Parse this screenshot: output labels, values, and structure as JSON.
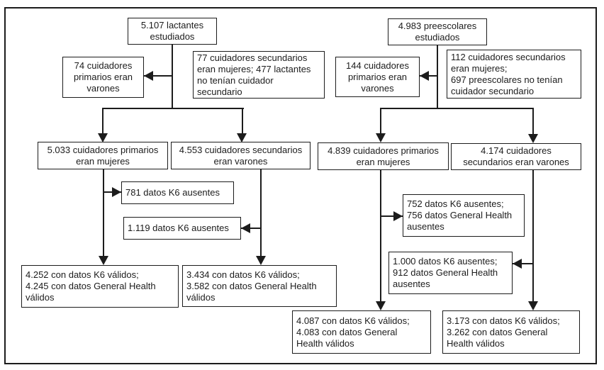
{
  "diagram": {
    "type": "flowchart",
    "language": "es",
    "background_color": "#ffffff",
    "line_color": "#1c1c1c",
    "nodes": {
      "infants_studied": {
        "text": "5.107 lactantes\nestudiados"
      },
      "infants_male_primary": {
        "text": "74 cuidadores\nprimarios eran\nvarones"
      },
      "infants_excluded_secondary": {
        "text": "77 cuidadores secundarios\neran mujeres; 477 lactantes\nno tenían cuidador\nsecundario"
      },
      "infants_female_primary": {
        "text": "5.033 cuidadores primarios\neran mujeres"
      },
      "infants_male_secondary": {
        "text": "4.553 cuidadores secundarios\neran varones"
      },
      "infants_primary_k6_missing": {
        "text": "781 datos K6 ausentes"
      },
      "infants_secondary_k6_missing": {
        "text": "1.119 datos K6 ausentes"
      },
      "infants_primary_valid": {
        "text": "4.252 con datos K6 válidos;\n4.245 con datos General Health\nválidos"
      },
      "infants_secondary_valid": {
        "text": "3.434 con datos K6 válidos;\n3.582 con datos General Health\nválidos"
      },
      "preschool_studied": {
        "text": "4.983 preescolares\nestudiados"
      },
      "preschool_male_primary": {
        "text": "144 cuidadores\nprimarios eran\nvarones"
      },
      "preschool_excluded_secondary": {
        "text": "112 cuidadores secundarios\neran mujeres;\n697 preescolares no tenían\ncuidador secundario"
      },
      "preschool_female_primary": {
        "text": "4.839 cuidadores primarios\neran mujeres"
      },
      "preschool_male_secondary": {
        "text": "4.174 cuidadores\nsecundarios eran varones"
      },
      "preschool_primary_missing": {
        "text": "752 datos K6 ausentes;\n756 datos General Health\nausentes"
      },
      "preschool_secondary_missing": {
        "text": "1.000 datos K6 ausentes;\n912 datos General Health\nausentes"
      },
      "preschool_primary_valid": {
        "text": "4.087 con datos K6 válidos;\n4.083 con datos General\nHealth válidos"
      },
      "preschool_secondary_valid": {
        "text": "3.173 con datos K6 válidos;\n3.262 con datos General\nHealth válidos"
      }
    }
  }
}
